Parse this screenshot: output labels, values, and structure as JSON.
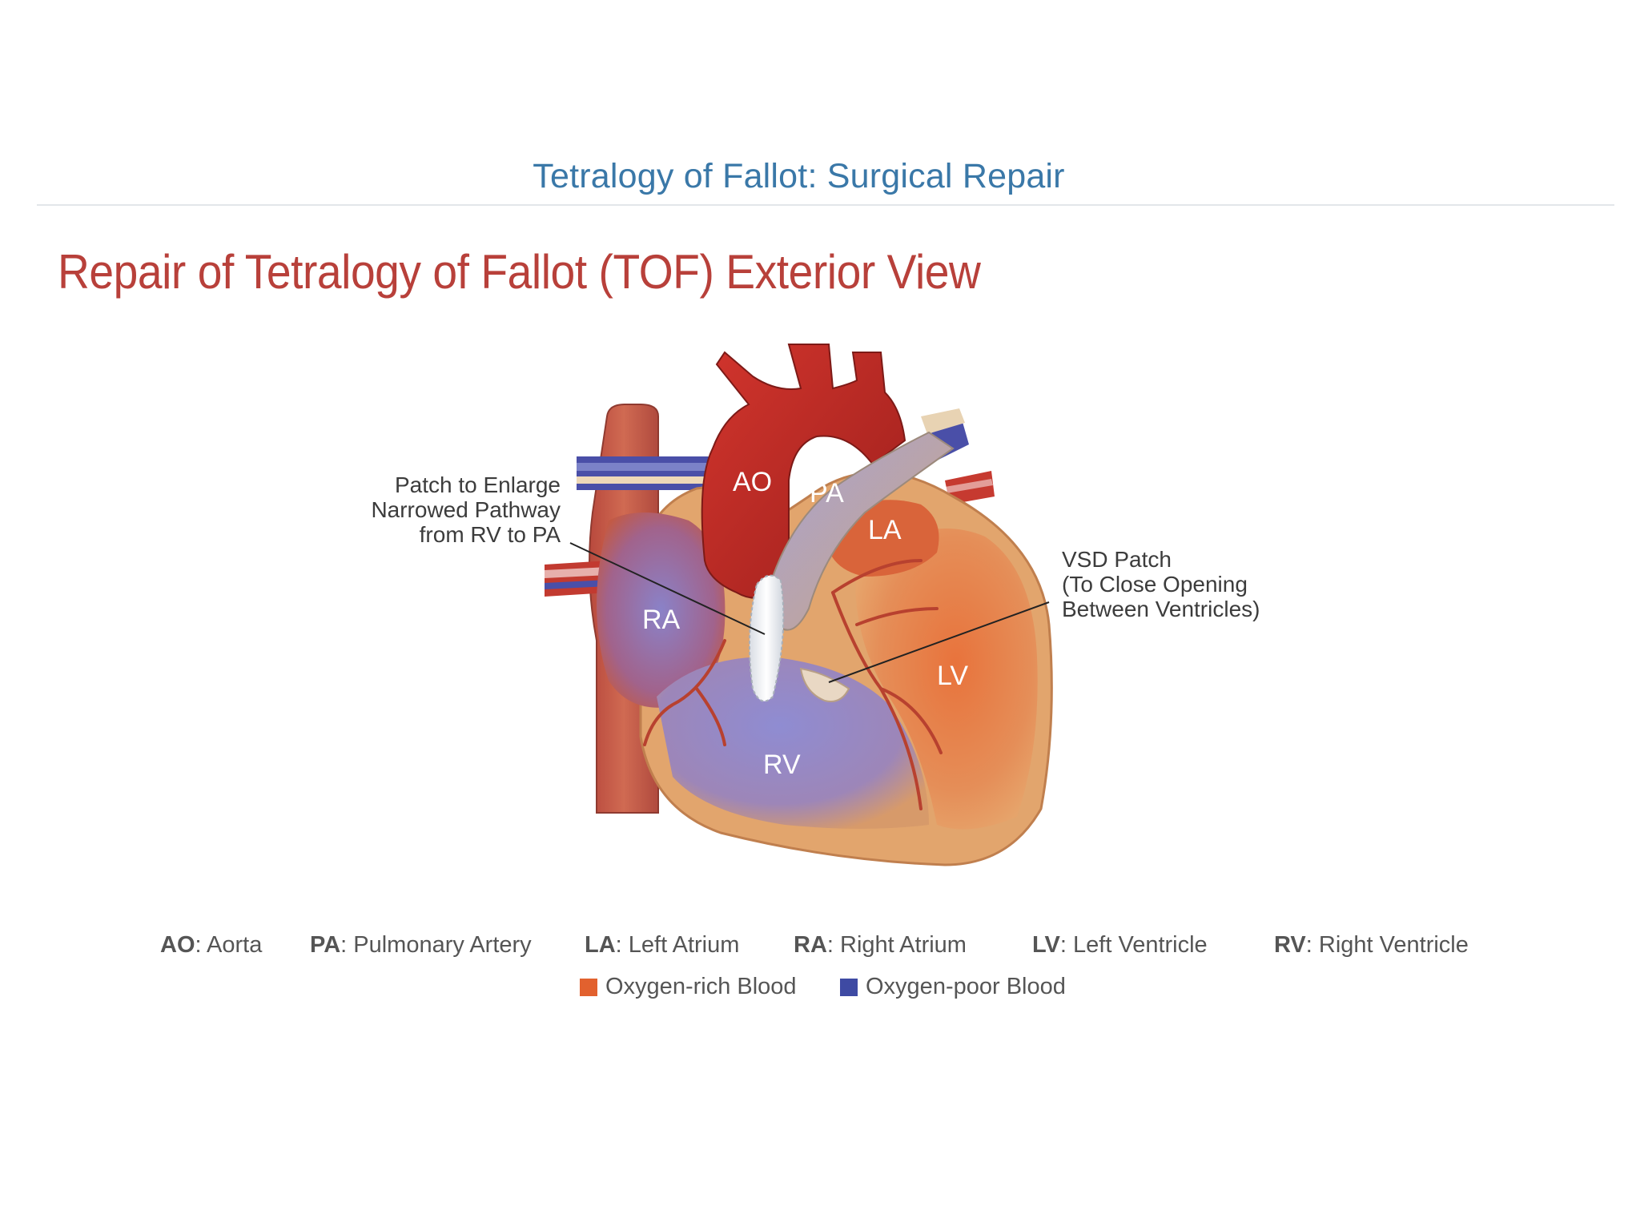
{
  "header": {
    "title": "Tetralogy of Fallot: Surgical Repair"
  },
  "slide": {
    "title": "Repair of Tetralogy of Fallot (TOF) Exterior View"
  },
  "diagram": {
    "labels": {
      "ao": "AO",
      "pa": "PA",
      "la": "LA",
      "ra": "RA",
      "lv": "LV",
      "rv": "RV"
    },
    "callout_left": [
      "Patch to Enlarge",
      "Narrowed Pathway",
      "from RV to PA"
    ],
    "callout_right": [
      "VSD Patch",
      "(To Close Opening",
      "Between Ventricles)"
    ]
  },
  "abbreviations": [
    {
      "abbr": "AO",
      "name": "Aorta"
    },
    {
      "abbr": "PA",
      "name": "Pulmonary Artery"
    },
    {
      "abbr": "LA",
      "name": "Left Atrium"
    },
    {
      "abbr": "RA",
      "name": "Right Atrium"
    },
    {
      "abbr": "LV",
      "name": "Left Ventricle"
    },
    {
      "abbr": "RV",
      "name": "Right Ventricle"
    }
  ],
  "legend": [
    {
      "label": "Oxygen-rich Blood",
      "color": "#e2612e"
    },
    {
      "label": "Oxygen-poor Blood",
      "color": "#3e4aa3"
    }
  ],
  "colors": {
    "header": "#3a78a8",
    "title": "#b8403a"
  }
}
